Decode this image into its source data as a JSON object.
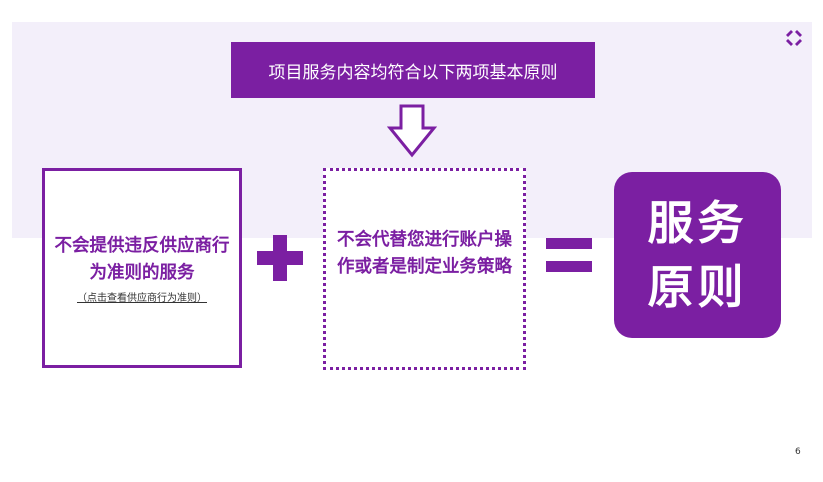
{
  "header": {
    "title": "项目服务内容均符合以下两项基本原则"
  },
  "principle1": {
    "text": "不会提供违反供应商行为准则的服务",
    "link": "（点击查看供应商行为准则）"
  },
  "principle2": {
    "text": "不会代替您进行账户操作或者是制定业务策略"
  },
  "result": {
    "line1": "服务",
    "line2": "原则"
  },
  "page_number": "6",
  "colors": {
    "accent": "#7b1fa2",
    "band": "#f3effa"
  }
}
